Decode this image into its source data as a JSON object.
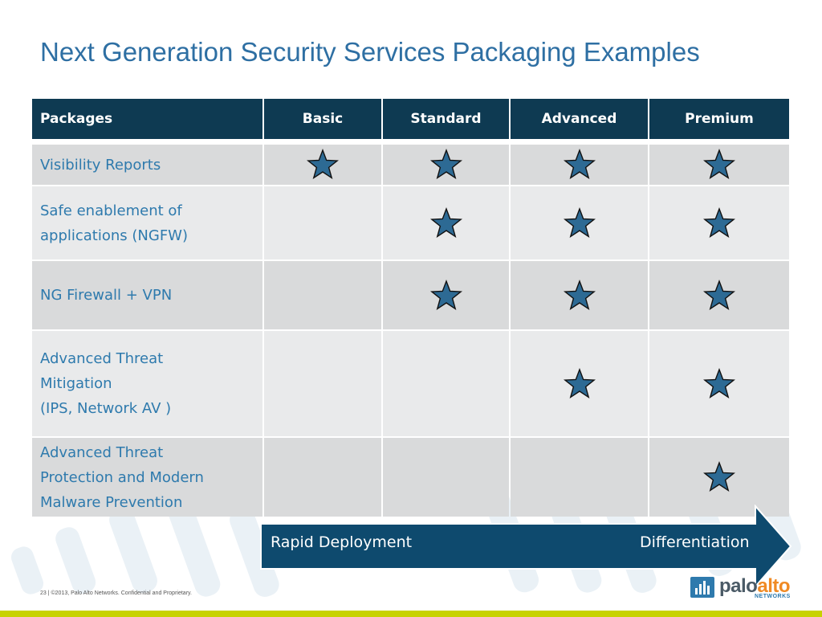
{
  "slide": {
    "title": "Next Generation Security Services Packaging Examples",
    "footer": "23 | ©2013, Palo Alto Networks. Confidential and Proprietary."
  },
  "table": {
    "headers": [
      "Packages",
      "Basic",
      "Standard",
      "Advanced",
      "Premium"
    ],
    "rows": [
      {
        "label": "Visibility Reports",
        "basic": true,
        "standard": true,
        "advanced": true,
        "premium": true
      },
      {
        "label_lines": [
          "Safe enablement of",
          "applications (NGFW)"
        ],
        "basic": false,
        "standard": true,
        "advanced": true,
        "premium": true
      },
      {
        "label": "NG Firewall + VPN",
        "basic": false,
        "standard": true,
        "advanced": true,
        "premium": true
      },
      {
        "label_lines": [
          "Advanced Threat",
          "Mitigation",
          "(IPS, Network AV )"
        ],
        "basic": false,
        "standard": false,
        "advanced": true,
        "premium": true
      },
      {
        "label_lines": [
          "Advanced Threat",
          "Protection and Modern",
          "Malware Prevention"
        ],
        "basic": false,
        "standard": false,
        "advanced": false,
        "premium": true
      }
    ]
  },
  "arrow": {
    "left_label": "Rapid Deployment",
    "right_label": "Differentiation"
  },
  "logo": {
    "word_main": "palo",
    "word_accent": "alto",
    "sub": "NETWORKS"
  },
  "colors": {
    "title": "#2e6fa3",
    "header_bg": "#0e3a52",
    "row_dark": "#d9dadb",
    "row_light": "#e9eaeb",
    "star_fill": "#2d6a94",
    "arrow_fill": "#0e4a6e",
    "logo_accent": "#f08a24",
    "bottom_bar": "#c8d200"
  },
  "icons": {
    "check": "star-icon"
  }
}
